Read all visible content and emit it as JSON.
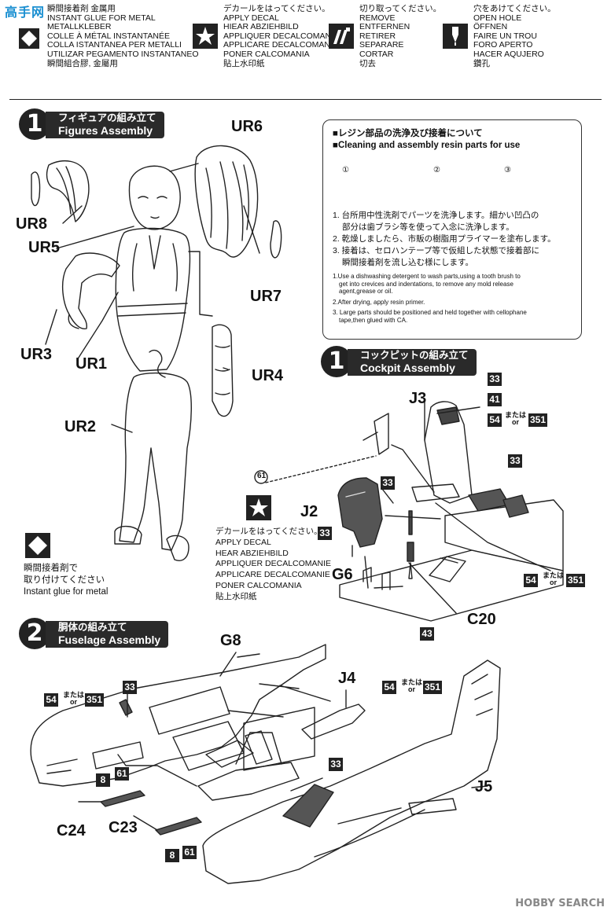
{
  "watermark": {
    "top": "高手网",
    "bottom": "HOBBY SEARCH"
  },
  "legend": {
    "glue": [
      "瞬間接着剤 金属用",
      "INSTANT GLUE FOR METAL",
      "METALLKLEBER",
      "COLLE À MÉTAL INSTANTANÉE",
      "COLLA ISTANTANEA PER METALLI",
      "UTILIZAR PEGAMENTO INSTANTANEO",
      "瞬間組合膠, 金屬用"
    ],
    "decal": [
      "デカールをはってください。",
      "APPLY DECAL",
      "HIEAR ABZIEHBILD",
      "APPLIQUER DECALCOMANIE",
      "APPLICARE DECALCOMANIE",
      "PONER CALCOMANIA",
      "貼上水印紙"
    ],
    "remove": [
      "切り取ってください。",
      "REMOVE",
      "ENTFERNEN",
      "RETIRER",
      "SEPARARE",
      "CORTAR",
      "切去"
    ],
    "hole": [
      "穴をあけてください。",
      "OPEN HOLE",
      "ÖFFNEN",
      "FAIRE UN TROU",
      "FORO APERTO",
      "HACER AQUJERO",
      "鑽孔"
    ]
  },
  "step1": {
    "number": "1",
    "title_jp": "フィギュアの組み立て",
    "title_en": "Figures Assembly"
  },
  "figure_parts": {
    "ur6": "UR6",
    "ur8": "UR8",
    "ur5": "UR5",
    "ur7": "UR7",
    "ur3": "UR3",
    "ur1": "UR1",
    "ur4": "UR4",
    "ur2": "UR2"
  },
  "resin": {
    "header_jp": "■レジン部品の洗浄及び接着について",
    "header_en": "■Cleaning and assembly resin parts for use",
    "steps_jp": [
      "1. 台所用中性洗剤でパーツを洗浄します。細かい凹凸の",
      "部分は歯ブラシ等を使って入念に洗浄します。",
      "2. 乾燥しましたら、市販の樹脂用プライマーを塗布します。",
      "3. 接着は、セロハンテープ等で仮組した状態で接着部に",
      "瞬間接着剤を流し込む様にします。"
    ],
    "steps_en": [
      "1.Use a dishwashing detergent to wash parts,using a tooth brush to",
      "get into crevices and indentations, to remove any mold release",
      "agent,grease or oil.",
      "2.After drying, apply resin primer.",
      "3. Large parts should be positioned and held together with cellophane",
      "tape,then glued with CA."
    ],
    "fig_labels": [
      "①",
      "②",
      "③"
    ]
  },
  "cockpit": {
    "number": "1",
    "title_jp": "コックピットの組み立て",
    "title_en": "Cockpit Assembly"
  },
  "cockpit_parts": {
    "j3": "J3",
    "j2": "J2",
    "g6": "G6",
    "c20": "C20"
  },
  "decal_note": [
    "デカールをはってください。",
    "APPLY DECAL",
    "HEAR ABZIEHBILD",
    "APPLIQUER DECALCOMANIE",
    "APPLICARE DECALCOMANIE",
    "PONER CALCOMANIA",
    "貼上水印紙"
  ],
  "glue_note": [
    "瞬間接着剤で",
    "取り付けてください",
    "Instant glue for metal"
  ],
  "fuselage": {
    "number": "2",
    "title_jp": "胴体の組み立て",
    "title_en": "Fuselage Assembly"
  },
  "fuselage_parts": {
    "g8": "G8",
    "j4": "J4",
    "j5": "J5",
    "c24": "C24",
    "c23": "C23"
  },
  "color_tags": {
    "c33": "33",
    "c41": "41",
    "c54": "54",
    "c351": "351",
    "c43": "43",
    "c8": "8",
    "c61": "61",
    "c61_circle": "61"
  },
  "alt_text": {
    "jp": "または",
    "en": "or"
  },
  "colors": {
    "ink": "#111111",
    "badge": "#222222",
    "page": "#ffffff",
    "watermark": "#1a8fd1"
  }
}
